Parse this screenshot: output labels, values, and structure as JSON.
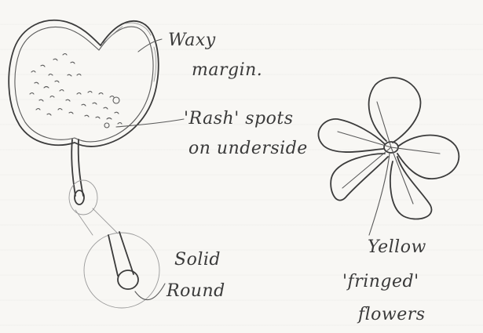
{
  "annotations": {
    "waxy_line1": "Waxy",
    "waxy_line2": "margin.",
    "rash_line1": "'Rash' spots",
    "rash_line2": "on underside",
    "stem_line1": "Solid",
    "stem_line2": "Round",
    "flower_line1": "Yellow",
    "flower_line2": "'fringed'",
    "flower_line3": "flowers"
  },
  "colors": {
    "ink": "#3b3b3b",
    "paper": "#f8f7f4"
  }
}
